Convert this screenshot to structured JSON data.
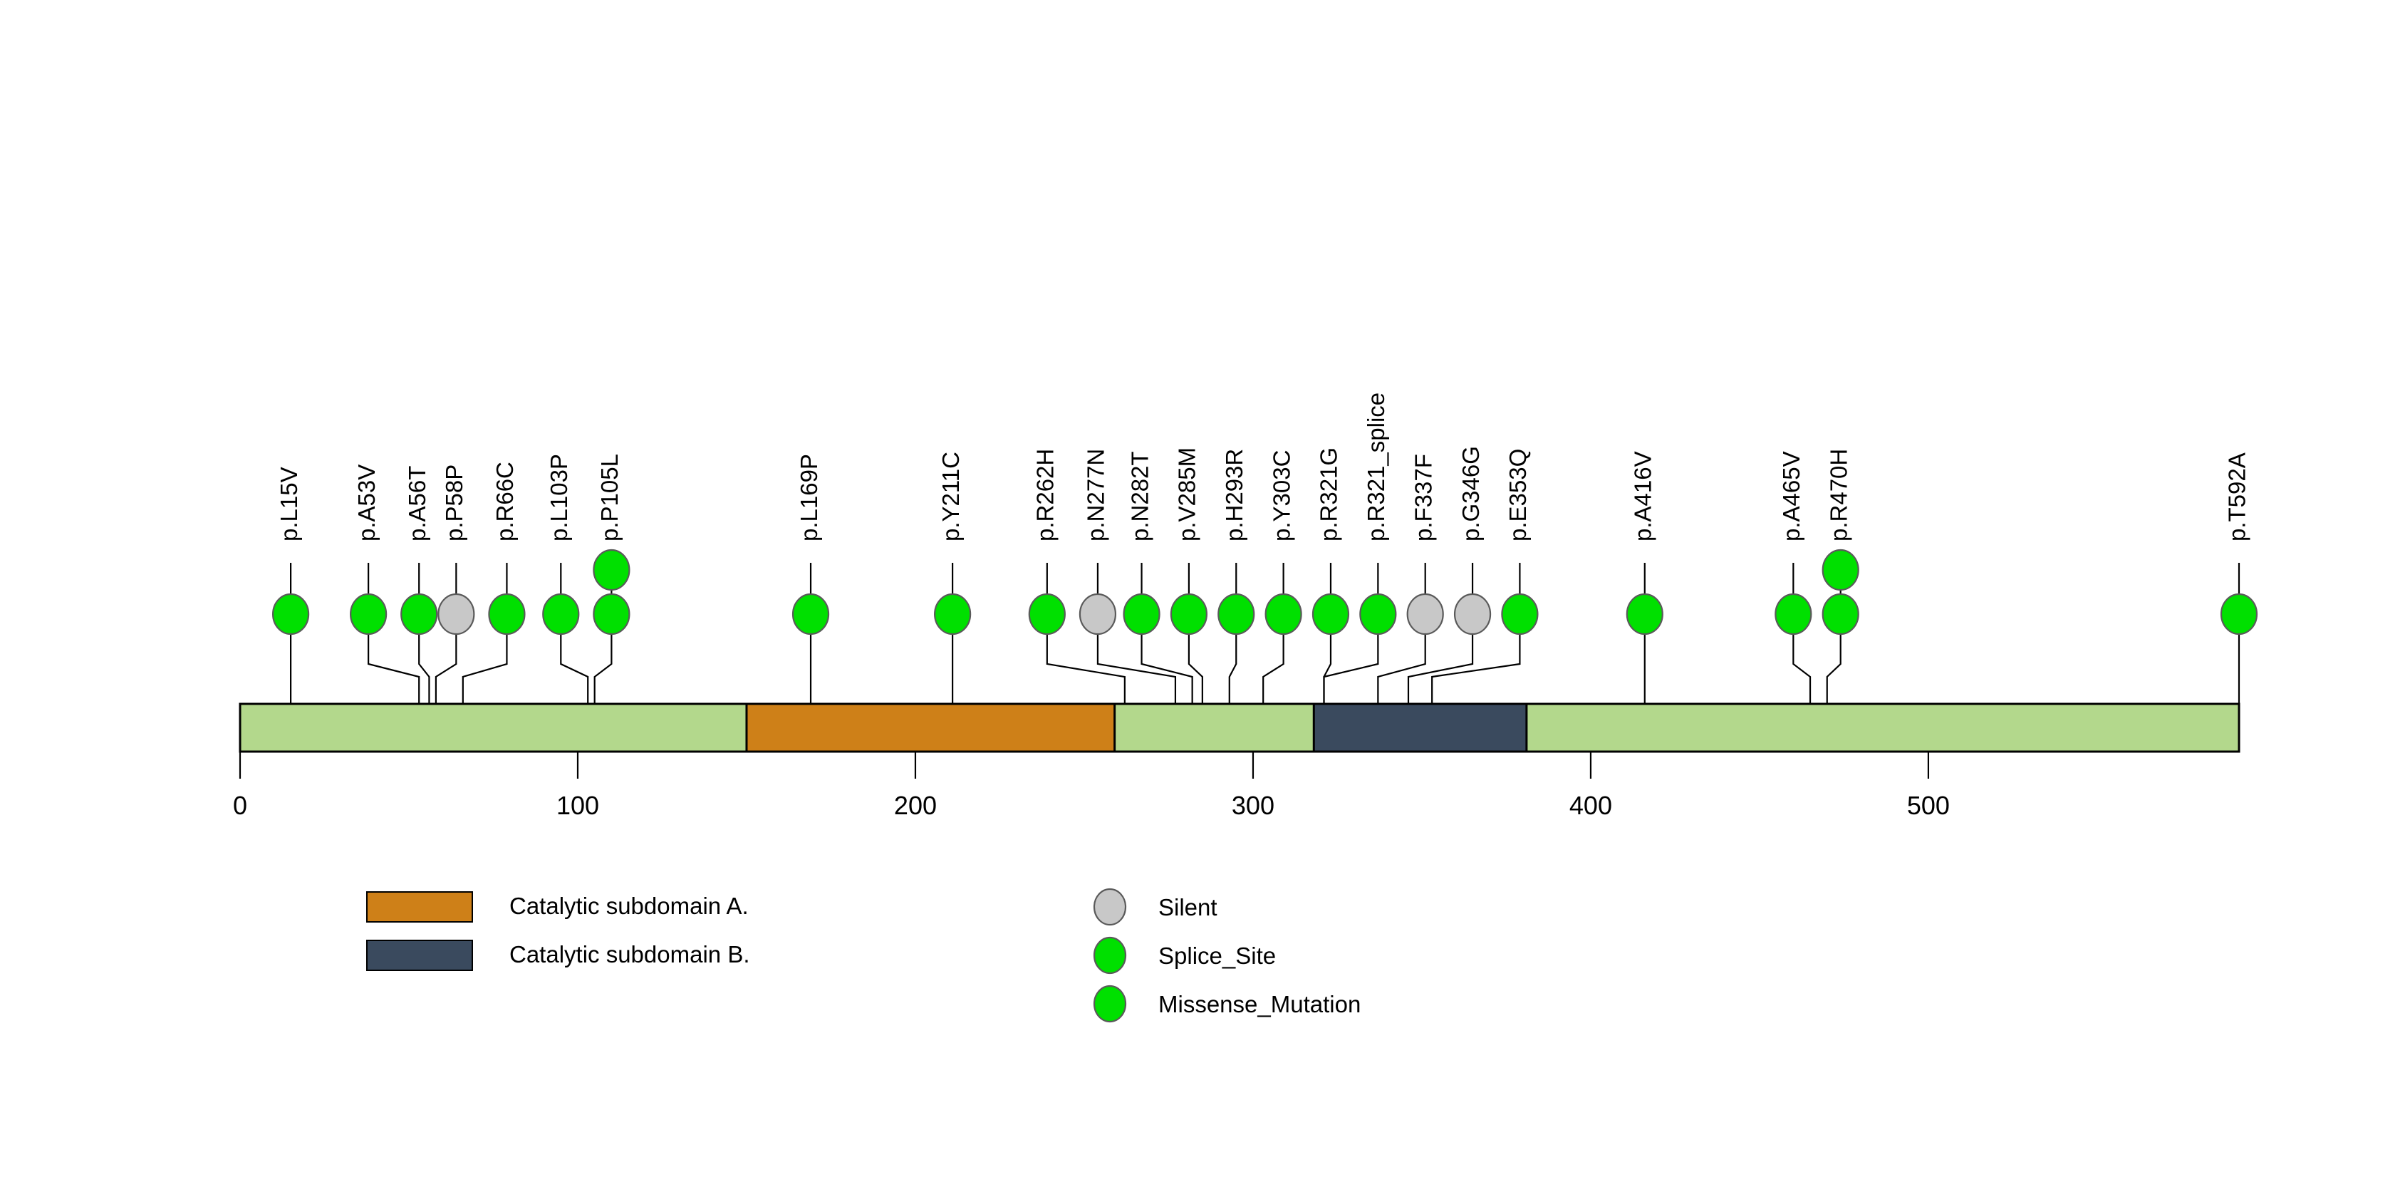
{
  "chart_data": {
    "type": "lollipop",
    "title": "",
    "xlabel": "",
    "ylabel": "",
    "protein_length": 592,
    "axis": {
      "min": 0,
      "max": 592,
      "ticks": [
        0,
        100,
        200,
        300,
        400,
        500
      ],
      "tick_labels": [
        "0",
        "100",
        "200",
        "300",
        "400",
        "500"
      ]
    },
    "backbone": {
      "color": "#B3D88C",
      "border": "#000000"
    },
    "domains": [
      {
        "name": "Catalytic subdomain A.",
        "start": 150,
        "end": 259,
        "color": "#CE8018"
      },
      {
        "name": "Catalytic subdomain B.",
        "start": 318,
        "end": 381,
        "color": "#3A4A5E"
      }
    ],
    "mutations": [
      {
        "label": "p.L15V",
        "position": 15,
        "type": "Missense_Mutation",
        "color": "#00E000",
        "count": 1,
        "label_x": 15
      },
      {
        "label": "p.A53V",
        "position": 53,
        "type": "Missense_Mutation",
        "color": "#00E000",
        "count": 1,
        "label_x": 38
      },
      {
        "label": "p.A56T",
        "position": 56,
        "type": "Missense_Mutation",
        "color": "#00E000",
        "count": 1,
        "label_x": 53
      },
      {
        "label": "p.P58P",
        "position": 58,
        "type": "Silent",
        "color": "#C8C8C8",
        "count": 1,
        "label_x": 64
      },
      {
        "label": "p.R66C",
        "position": 66,
        "type": "Missense_Mutation",
        "color": "#00E000",
        "count": 1,
        "label_x": 79
      },
      {
        "label": "p.L103P",
        "position": 103,
        "type": "Missense_Mutation",
        "color": "#00E000",
        "count": 1,
        "label_x": 95
      },
      {
        "label": "p.P105L",
        "position": 105,
        "type": "Missense_Mutation",
        "color": "#00E000",
        "count": 2,
        "label_x": 110
      },
      {
        "label": "p.L169P",
        "position": 169,
        "type": "Missense_Mutation",
        "color": "#00E000",
        "count": 1,
        "label_x": 169
      },
      {
        "label": "p.Y211C",
        "position": 211,
        "type": "Missense_Mutation",
        "color": "#00E000",
        "count": 1,
        "label_x": 211
      },
      {
        "label": "p.R262H",
        "position": 262,
        "type": "Missense_Mutation",
        "color": "#00E000",
        "count": 1,
        "label_x": 239
      },
      {
        "label": "p.N277N",
        "position": 277,
        "type": "Silent",
        "color": "#C8C8C8",
        "count": 1,
        "label_x": 254
      },
      {
        "label": "p.N282T",
        "position": 282,
        "type": "Missense_Mutation",
        "color": "#00E000",
        "count": 1,
        "label_x": 267
      },
      {
        "label": "p.V285M",
        "position": 285,
        "type": "Missense_Mutation",
        "color": "#00E000",
        "count": 1,
        "label_x": 281
      },
      {
        "label": "p.H293R",
        "position": 293,
        "type": "Missense_Mutation",
        "color": "#00E000",
        "count": 1,
        "label_x": 295
      },
      {
        "label": "p.Y303C",
        "position": 303,
        "type": "Missense_Mutation",
        "color": "#00E000",
        "count": 1,
        "label_x": 309
      },
      {
        "label": "p.R321G",
        "position": 321,
        "type": "Missense_Mutation",
        "color": "#00E000",
        "count": 1,
        "label_x": 323
      },
      {
        "label": "p.R321_splice",
        "position": 321,
        "type": "Splice_Site",
        "color": "#00E000",
        "count": 1,
        "label_x": 337
      },
      {
        "label": "p.F337F",
        "position": 337,
        "type": "Silent",
        "color": "#C8C8C8",
        "count": 1,
        "label_x": 351
      },
      {
        "label": "p.G346G",
        "position": 346,
        "type": "Silent",
        "color": "#C8C8C8",
        "count": 1,
        "label_x": 365
      },
      {
        "label": "p.E353Q",
        "position": 353,
        "type": "Missense_Mutation",
        "color": "#00E000",
        "count": 1,
        "label_x": 379
      },
      {
        "label": "p.A416V",
        "position": 416,
        "type": "Missense_Mutation",
        "color": "#00E000",
        "count": 1,
        "label_x": 416
      },
      {
        "label": "p.A465V",
        "position": 465,
        "type": "Missense_Mutation",
        "color": "#00E000",
        "count": 1,
        "label_x": 460
      },
      {
        "label": "p.R470H",
        "position": 470,
        "type": "Missense_Mutation",
        "color": "#00E000",
        "count": 2,
        "label_x": 474
      },
      {
        "label": "p.T592A",
        "position": 592,
        "type": "Missense_Mutation",
        "color": "#00E000",
        "count": 1,
        "label_x": 592
      }
    ]
  },
  "legend": {
    "domains": [
      {
        "label": "Catalytic subdomain A.",
        "color": "#CE8018"
      },
      {
        "label": "Catalytic subdomain B.",
        "color": "#3A4A5E"
      }
    ],
    "types": [
      {
        "label": "Silent",
        "color": "#C8C8C8"
      },
      {
        "label": "Splice_Site",
        "color": "#00E000"
      },
      {
        "label": "Missense_Mutation",
        "color": "#00E000"
      }
    ]
  }
}
